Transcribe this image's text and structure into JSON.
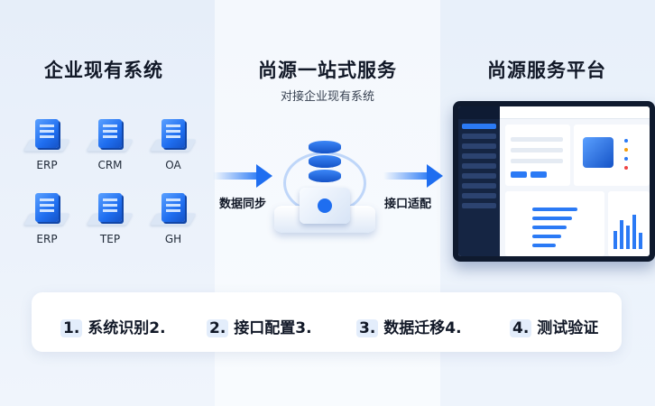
{
  "columns": {
    "left_title": "企业现有系统",
    "mid_title": "尚源一站式服务",
    "mid_subtitle": "对接企业现有系统",
    "right_title": "尚源服务平台"
  },
  "systems": [
    {
      "label": "ERP"
    },
    {
      "label": "CRM"
    },
    {
      "label": "OA"
    },
    {
      "label": "ERP"
    },
    {
      "label": "TEP"
    },
    {
      "label": "GH"
    }
  ],
  "arrows": {
    "left_label": "数据同步",
    "right_label": "接口适配"
  },
  "steps": [
    {
      "num": "1.",
      "text": "系统识别2."
    },
    {
      "num": "2.",
      "text": "接口配置3."
    },
    {
      "num": "3.",
      "text": "数据迁移4."
    },
    {
      "num": "4.",
      "text": "测试验证"
    }
  ],
  "colors": {
    "accent": "#1f6ef0",
    "dark_panel": "#0f1a2e"
  }
}
